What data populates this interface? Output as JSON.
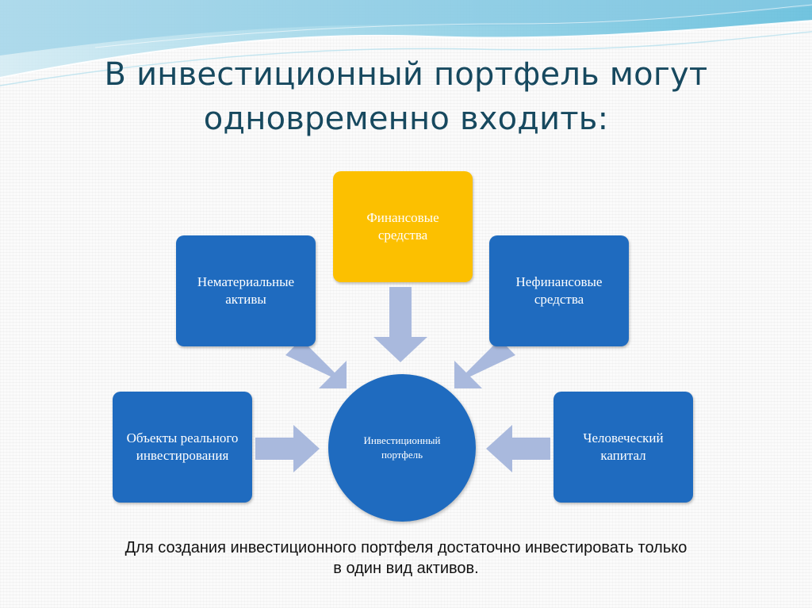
{
  "slide": {
    "title_line1": "В инвестиционный портфель могут",
    "title_line2": "одновременно входить:"
  },
  "diagram": {
    "center": "Инвестиционный портфель",
    "sources": [
      {
        "id": "financial",
        "label": "Финансовые средства",
        "color": "#fcc000"
      },
      {
        "id": "intangible",
        "label": "Нематериальные активы",
        "color": "#1f6bbf"
      },
      {
        "id": "nonfinancial",
        "label": "Нефинансовые средства",
        "color": "#1f6bbf"
      },
      {
        "id": "real",
        "label": "Объекты реального инвестирования",
        "color": "#1f6bbf"
      },
      {
        "id": "human",
        "label": "Человеческий капитал",
        "color": "#1f6bbf"
      }
    ]
  },
  "note": {
    "line1": "Для создания инвестиционного портфеля достаточно инвестировать только",
    "line2": "в один вид активов."
  },
  "colors": {
    "title": "#17495f",
    "box_blue": "#1f6bbf",
    "box_yellow": "#fcc000",
    "arrow": "#a9b9dd"
  }
}
